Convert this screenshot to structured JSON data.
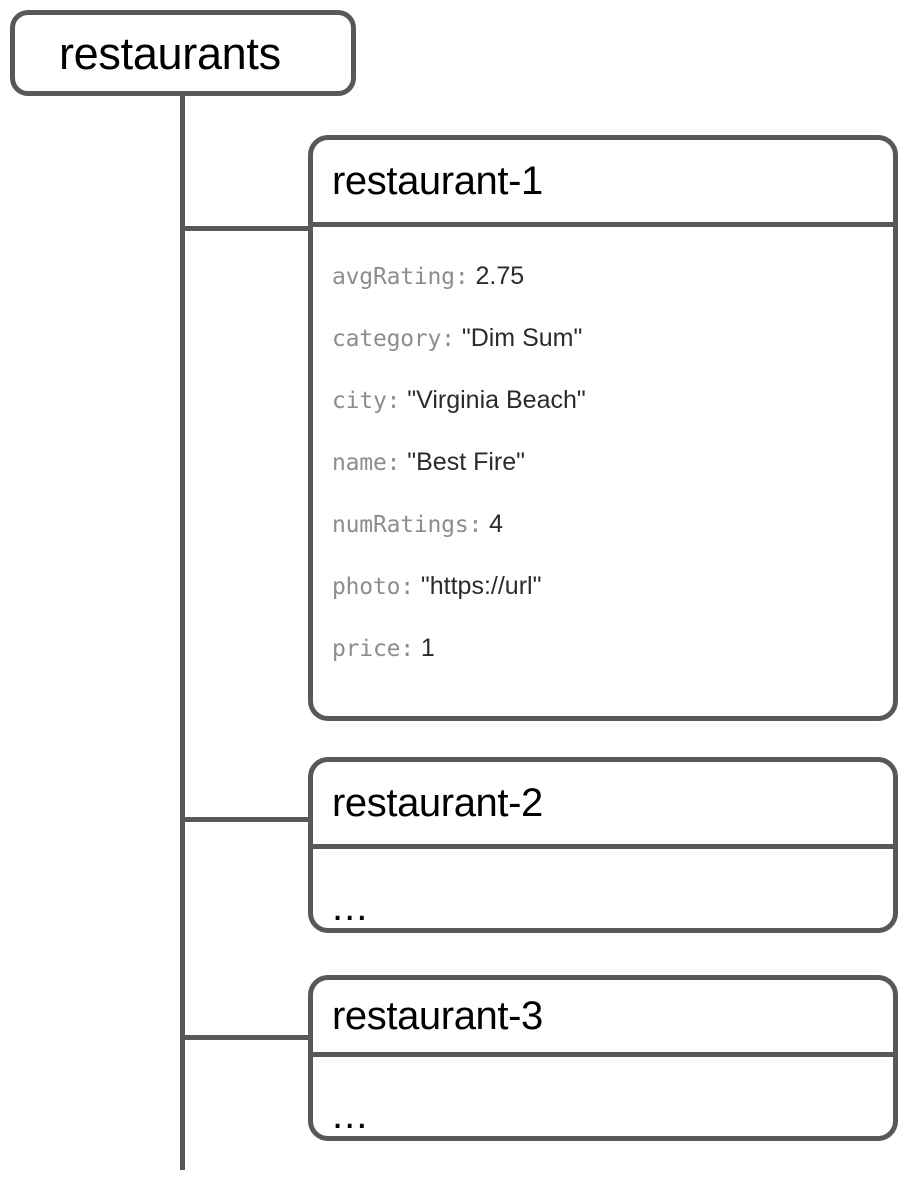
{
  "diagram": {
    "type": "tree",
    "root": {
      "label": "restaurants"
    },
    "nodes": [
      {
        "title": "restaurant-1",
        "fields": [
          {
            "key": "avgRating:",
            "value": "2.75"
          },
          {
            "key": "category:",
            "value": "\"Dim Sum\""
          },
          {
            "key": "city:",
            "value": "\"Virginia Beach\""
          },
          {
            "key": "name:",
            "value": "\"Best Fire\""
          },
          {
            "key": "numRatings:",
            "value": "4"
          },
          {
            "key": "photo:",
            "value": "\"https://url\""
          },
          {
            "key": "price:",
            "value": "1"
          }
        ]
      },
      {
        "title": "restaurant-2",
        "placeholder": "..."
      },
      {
        "title": "restaurant-3",
        "placeholder": "..."
      }
    ]
  },
  "colors": {
    "border": "#585858",
    "field_key": "#8d8d8d",
    "field_value": "#2b2b2b",
    "title": "#000000",
    "background": "#ffffff"
  }
}
